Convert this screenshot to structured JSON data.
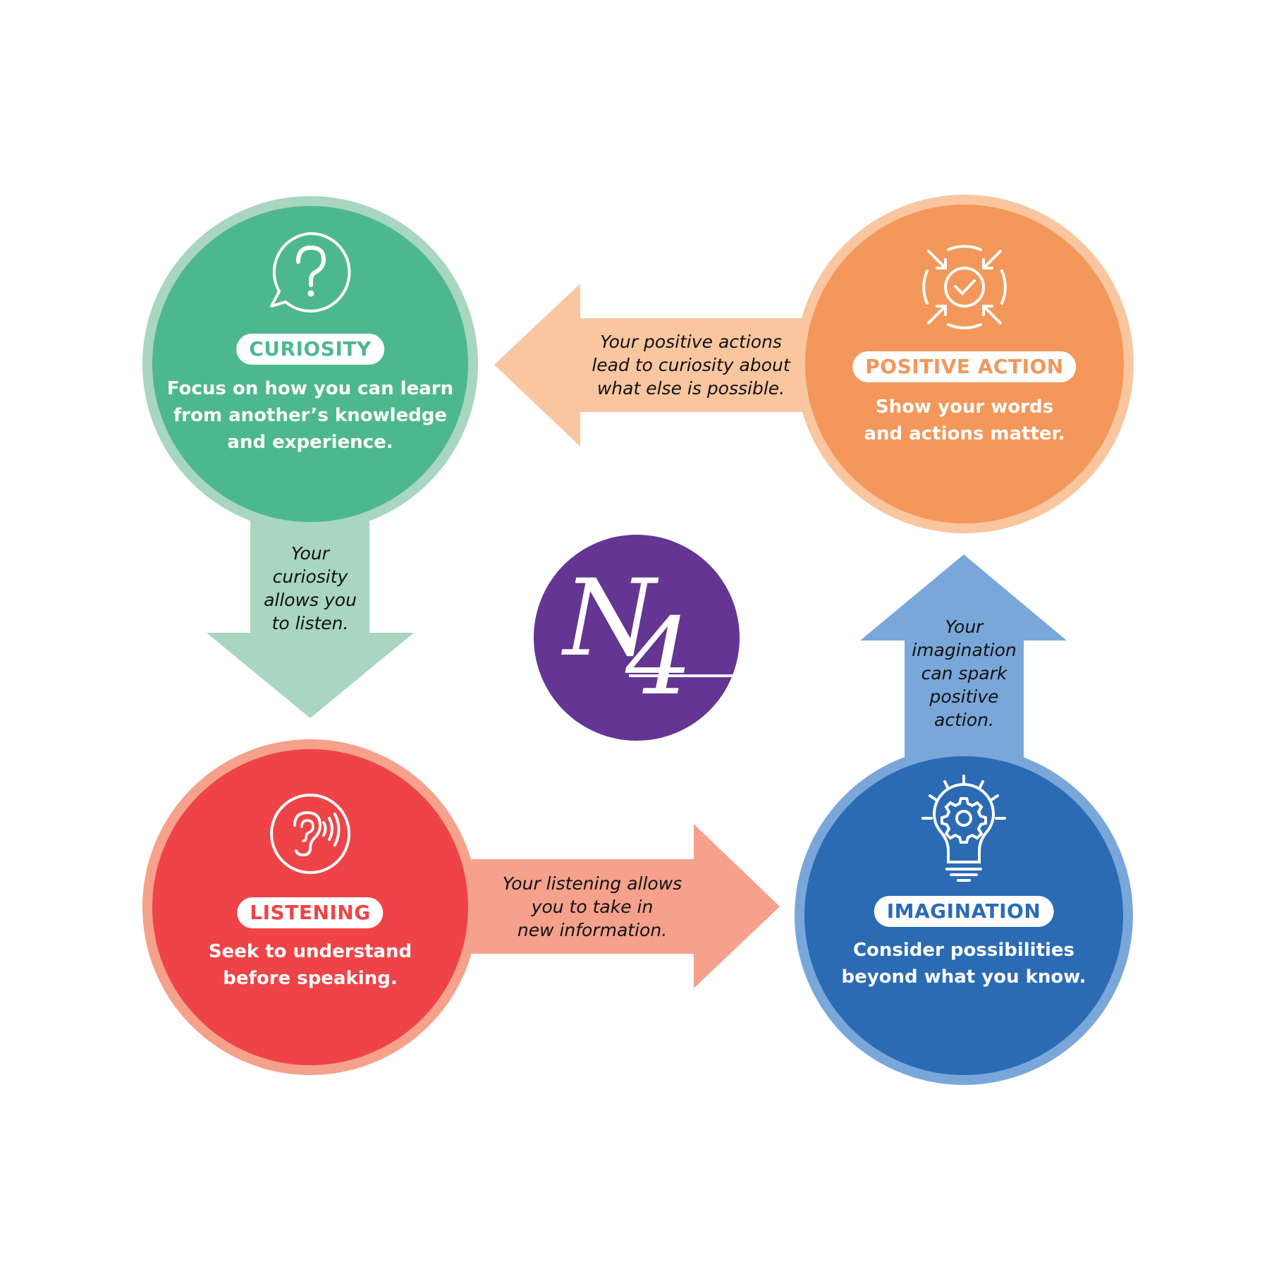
{
  "diagram": {
    "center_logo": {
      "text": "N4",
      "color": "#643592"
    },
    "nodes": {
      "curiosity": {
        "label": "CURIOSITY",
        "icon": "question-bubble-icon",
        "description": [
          "Focus on how you can learn",
          "from another’s knowledge",
          "and experience."
        ],
        "fill": "#4DB88E",
        "ring": "#A8D6C1"
      },
      "positive_action": {
        "label": "POSITIVE ACTION",
        "icon": "target-check-icon",
        "description": [
          "Show your words",
          "and actions matter."
        ],
        "fill": "#F3975A",
        "ring": "#F9C6A0"
      },
      "listening": {
        "label": "LISTENING",
        "icon": "ear-icon",
        "description": [
          "Seek to understand",
          "before speaking."
        ],
        "fill": "#EE4447",
        "ring": "#F5A18C"
      },
      "imagination": {
        "label": "IMAGINATION",
        "icon": "lightbulb-gear-icon",
        "description": [
          "Consider possibilities",
          "beyond what you know."
        ],
        "fill": "#2B6BB4",
        "ring": "#79A7DA"
      }
    },
    "arrows": {
      "action_to_curiosity": {
        "direction": "left",
        "lines": [
          "Your positive actions",
          "lead to curiosity about",
          "what else is possible."
        ],
        "color": "#F9C6A0"
      },
      "curiosity_to_listening": {
        "direction": "down",
        "lines": [
          "Your",
          "curiosity",
          "allows you",
          "to listen."
        ],
        "color": "#A8D6C1"
      },
      "listening_to_imagination": {
        "direction": "right",
        "lines": [
          "Your listening allows",
          "you to take in",
          "new information."
        ],
        "color": "#F5A18C"
      },
      "imagination_to_action": {
        "direction": "up",
        "lines": [
          "Your",
          "imagination",
          "can spark",
          "positive",
          "action."
        ],
        "color": "#79A7DA"
      }
    }
  }
}
